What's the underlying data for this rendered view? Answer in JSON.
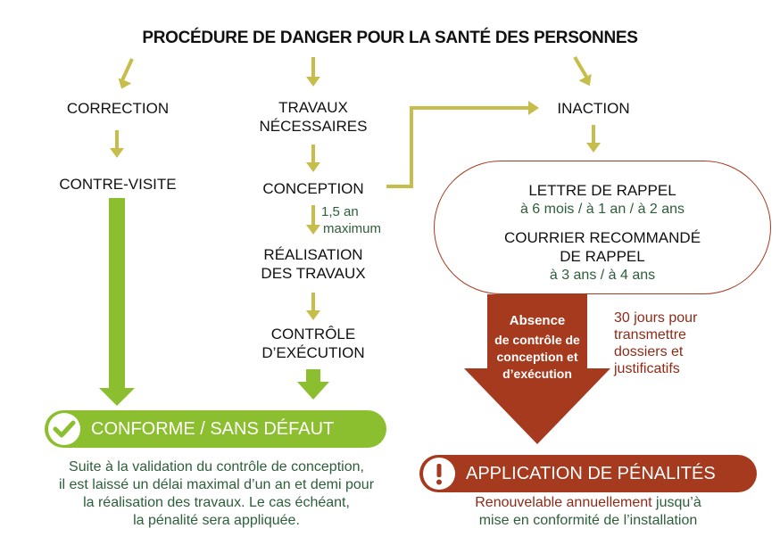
{
  "title": "PROCÉDURE DE DANGER POUR LA SANTÉ DES PERSONNES",
  "left": {
    "step1": "CORRECTION",
    "step2": "CONTRE-VISITE"
  },
  "middle": {
    "step1_l1": "TRAVAUX",
    "step1_l2": "NÉCESSAIRES",
    "step2": "CONCEPTION",
    "delay_l1": "1,5 an",
    "delay_l2": "maximum",
    "step3_l1": "RÉALISATION",
    "step3_l2": "DES TRAVAUX",
    "step4_l1": "CONTRÔLE",
    "step4_l2": "D’EXÉCUTION"
  },
  "right": {
    "step1": "INACTION",
    "letter_title": "LETTRE DE RAPPEL",
    "letter_dates": "à 6 mois / à 1 an / à 2 ans",
    "registered_l1": "COURRIER RECOMMANDÉ",
    "registered_l2": "DE RAPPEL",
    "registered_dates": "à 3 ans / à 4 ans",
    "absence_l1": "Absence",
    "absence_l2": "de contrôle de",
    "absence_l3": "conception et",
    "absence_l4": "d’exécution",
    "deadline_l1": "30 jours pour",
    "deadline_l2": "transmettre",
    "deadline_l3": "dossiers et",
    "deadline_l4": "justificatifs"
  },
  "compliant": {
    "label": "CONFORME / SANS DÉFAUT",
    "text_l1": "Suite à la validation du contrôle de conception,",
    "text_l2": "il est laissé un délai maximal d’un an et demi pour",
    "text_l3": "la réalisation des travaux. Le cas échéant,",
    "text_l4": "la pénalité sera appliquée."
  },
  "penalty": {
    "label": "APPLICATION DE PÉNALITÉS",
    "text_l1_red": "Renouvelable annuellement",
    "text_l1_rest": " jusqu’à",
    "text_l2": "mise en conformité de l’installation"
  },
  "colors": {
    "olive_arrow": "#c6bd4a",
    "green": "#8cbf2f",
    "green_text": "#2d5e3a",
    "red": "#a63a1e",
    "red_text": "#8f2a16"
  },
  "icons": {
    "compliant": "check-icon",
    "penalty": "exclamation-icon"
  }
}
